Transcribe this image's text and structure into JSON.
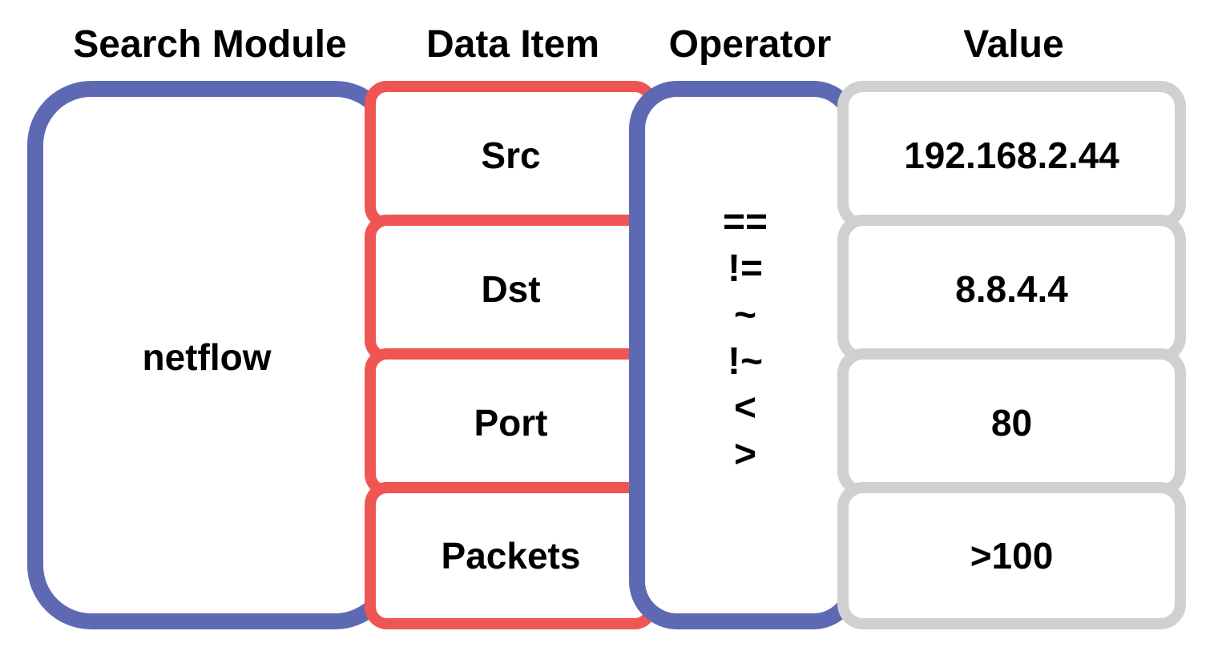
{
  "headers": {
    "search_module": "Search Module",
    "data_item": "Data Item",
    "operator": "Operator",
    "value": "Value"
  },
  "search_module": {
    "label": "netflow"
  },
  "data_items": [
    "Src",
    "Dst",
    "Port",
    "Packets"
  ],
  "operators": [
    "==",
    "!=",
    "~",
    "!~",
    "<",
    ">"
  ],
  "values": [
    "192.168.2.44",
    "8.8.4.4",
    "80",
    ">100"
  ],
  "colors": {
    "module_border": "#5e69b3",
    "data_item_border": "#ee5553",
    "operator_border": "#5e69b3",
    "value_border": "#d0d0d0"
  }
}
